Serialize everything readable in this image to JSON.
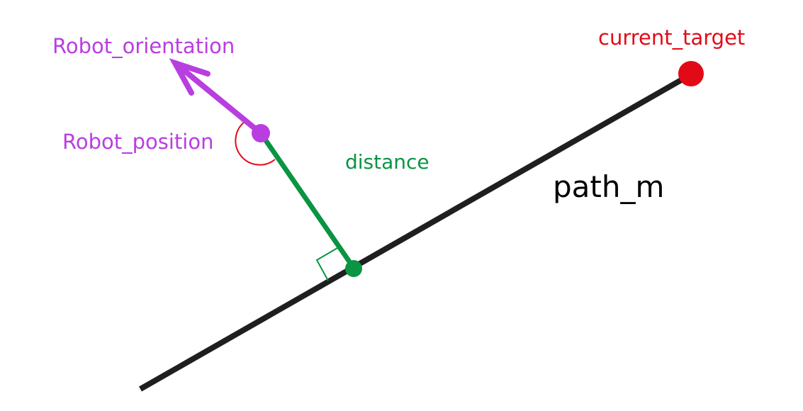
{
  "labels": {
    "robot_orientation": "Robot_orientation",
    "robot_position": "Robot_position",
    "current_target": "current_target",
    "distance": "distance",
    "path": "path_m"
  },
  "colors": {
    "path": "#1f1f1f",
    "distance": "#0a9443",
    "robot": "#b93ee0",
    "target": "#e30a17",
    "angle_arc": "#e30a17",
    "right_angle": "#0a9443"
  }
}
